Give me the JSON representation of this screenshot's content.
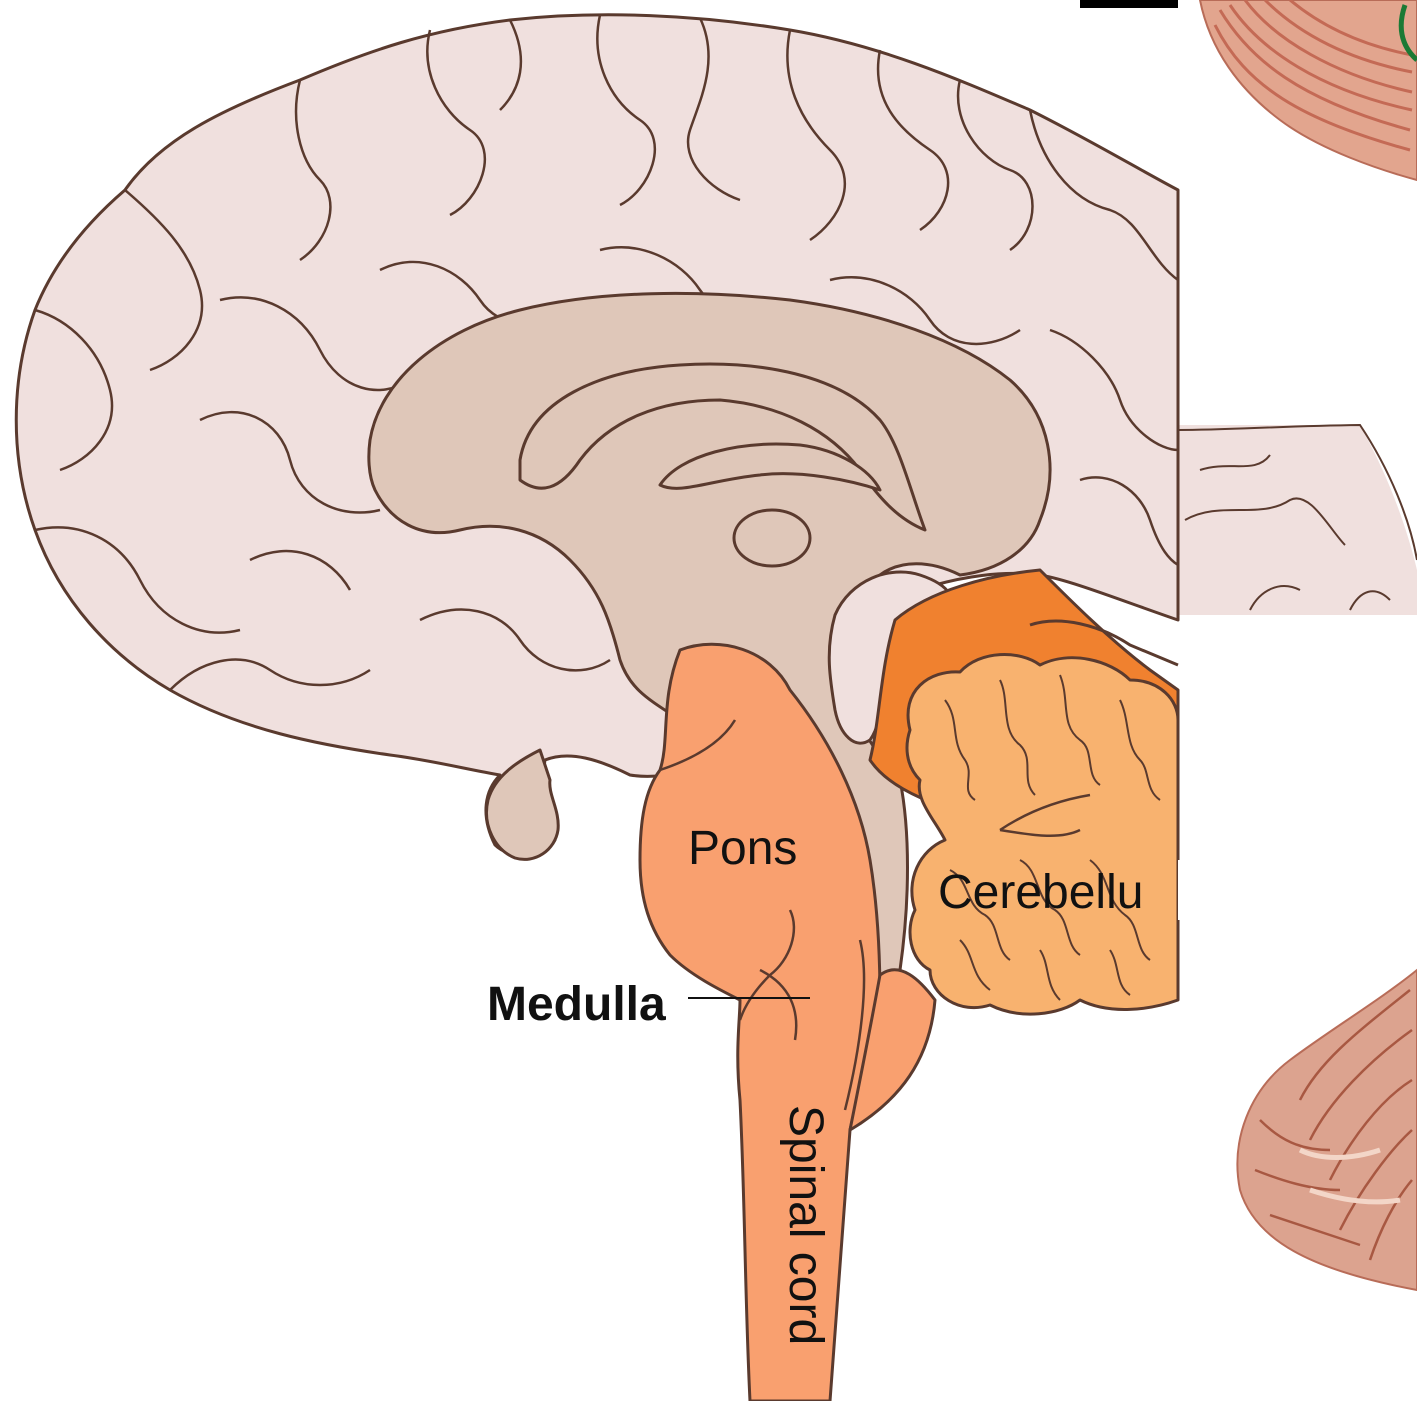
{
  "labels": {
    "pons": "Pons",
    "medulla": "Medulla",
    "cerebellum": "Cerebellu",
    "spinal_cord": "Spinal cord"
  },
  "colors": {
    "cortex": "#f0e0de",
    "outline": "#5a3a2e",
    "inner": "#dfc7b9",
    "brainstem": "#f9a06f",
    "cerebellum": "#f8b26f",
    "cerebellum_dark": "#f0812f",
    "inset_tissue": "#e2a58e",
    "inset_dark": "#c46a55",
    "inset_green": "#1b7a35",
    "black_bar": "#000000"
  },
  "icons": {
    "brain": "midsagittal-brain-illustration",
    "inset_top": "cerebellum-surface-photo",
    "inset_bottom": "cerebellum-section-photo"
  }
}
